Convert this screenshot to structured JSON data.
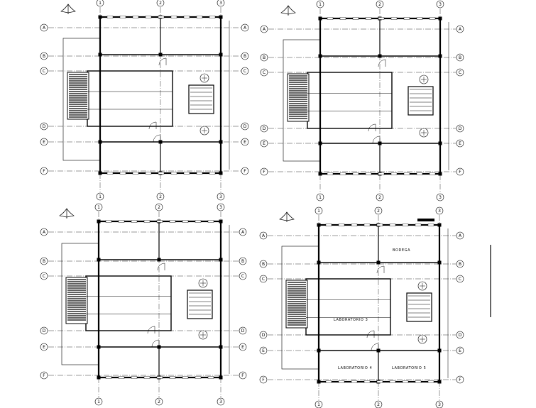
{
  "grid": {
    "columns": [
      "1",
      "2",
      "3"
    ],
    "rows": [
      "A",
      "B",
      "C",
      "D",
      "E",
      "F"
    ]
  },
  "rooms": {
    "bodega": "BODEGA",
    "laboratorio3": "LABORATORIO 3",
    "laboratorio4": "LABORATORIO 4",
    "laboratorio5": "LABORATORIO 5"
  },
  "plans": [
    {
      "name": "plan-top-left"
    },
    {
      "name": "plan-top-right"
    },
    {
      "name": "plan-bottom-left"
    },
    {
      "name": "plan-bottom-right"
    }
  ],
  "colors": {
    "ink": "#000000",
    "paper": "#ffffff"
  }
}
